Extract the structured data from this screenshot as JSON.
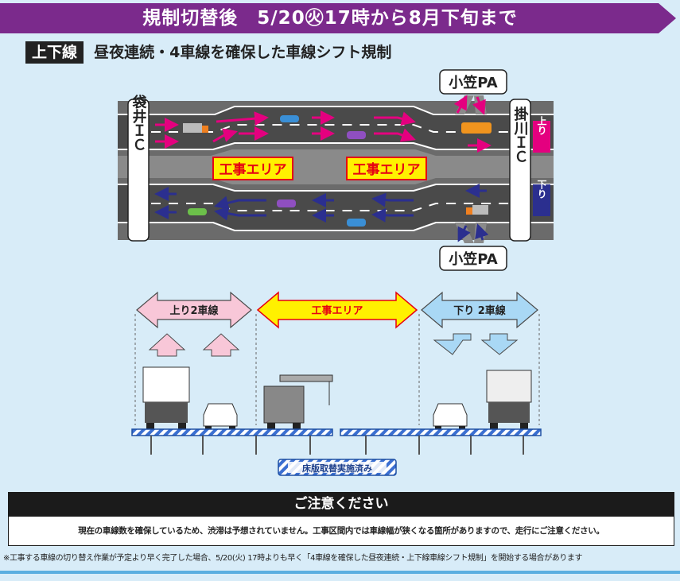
{
  "banner": {
    "title": "規制切替後　5/20㊋17時から8月下旬まで",
    "color": "#7b2a8c"
  },
  "subheading": {
    "tag": "上下線",
    "title": "昼夜連続・4車線を確保した車線シフト規制"
  },
  "map": {
    "left_ic": "袋井ＩＣ",
    "right_ic": "掛川ＩＣ",
    "up_label": "上り",
    "down_label": "下り",
    "pa_top": "小笠PA",
    "pa_bottom": "小笠PA",
    "work_area_1": "工事エリア",
    "work_area_2": "工事エリア",
    "up_color": "#e4007f",
    "down_color": "#2b2f8f"
  },
  "cross_section": {
    "up_lanes": "上り2車線",
    "work_area": "工事エリア",
    "down_lanes": "下り 2車線",
    "deck_label": "床版取替実施済み"
  },
  "caution": {
    "heading": "ご注意ください",
    "body": "現在の車線数を確保しているため、渋滞は予想されていません。工事区間内では車線幅が狭くなる箇所がありますので、走行にご注意ください。"
  },
  "footnote": "※工事する車線の切り替え作業が予定より早く完了した場合、5/20(火) 17時よりも早く「4車線を確保した昼夜連続・上下線車線シフト規制」を開始する場合があります"
}
